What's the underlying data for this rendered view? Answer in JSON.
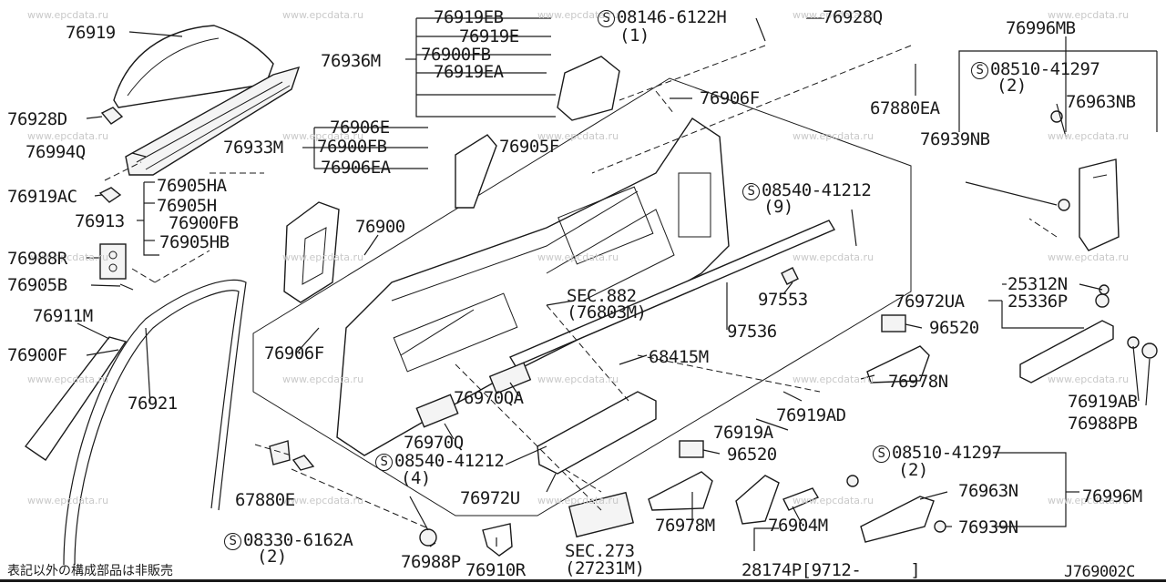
{
  "watermark": "www.epcdata.ru",
  "footer_note": "表記以外の構成部品は非販売",
  "diagram_code": "J769002C",
  "labels": {
    "p76919": "76919",
    "p76928D": "76928D",
    "p76994Q": "76994Q",
    "p76919AC": "76919AC",
    "p76913": "76913",
    "p76988R": "76988R",
    "p76905B": "76905B",
    "p76911M": "76911M",
    "p76900F": "76900F",
    "p76921": "76921",
    "p67880E": "67880E",
    "s08330": "08330-6162A",
    "s08330_qty": "(2)",
    "p76988P": "76988P",
    "p76910R": "76910R",
    "sec273": "SEC.273",
    "sec273_sub": "(27231M)",
    "p76978M": "76978M",
    "p28174P": "28174P[9712-",
    "p28174P_end": "]",
    "p76904M": "76904M",
    "p76972U": "76972U",
    "s08540b": "08540-41212",
    "s08540b_qty": "(4)",
    "p76970Q": "76970Q",
    "p76970QA": "76970QA",
    "p68415M": "68415M",
    "p76919A": "76919A",
    "p96520b": "96520",
    "p76919AD": "76919AD",
    "p76919EB": "76919EB",
    "p76919E": "76919E",
    "p76900FB_a": "76900FB",
    "p76919EA": "76919EA",
    "p76936M": "76936M",
    "s08146": "08146-6122H",
    "s08146_qty": "(1)",
    "p76928Q": "76928Q",
    "p67880EA": "67880EA",
    "p76906F_top": "76906F",
    "p76906E": "76906E",
    "p76900FB_b": "76900FB",
    "p76906EA": "76906EA",
    "p76933M": "76933M",
    "p76905F": "76905F",
    "p76905HA": "76905HA",
    "p76905H": "76905H",
    "p76900FB_c": "76900FB",
    "p76905HB": "76905HB",
    "p76900": "76900",
    "p76906F_left": "76906F",
    "sec882": "SEC.882",
    "sec882_sub": "(76803M)",
    "s08540a": "08540-41212",
    "s08540a_qty": "(9)",
    "p97553": "97553",
    "p97536": "97536",
    "p76996MB": "76996MB",
    "s08510a": "08510-41297",
    "s08510a_qty": "(2)",
    "p76963NB": "76963NB",
    "p76939NB": "76939NB",
    "p25312N": "25312N",
    "p76972UA": "76972UA",
    "p25336P": "25336P",
    "p96520a": "96520",
    "p76978N": "76978N",
    "p76919AB": "76919AB",
    "p76988PB": "76988PB",
    "s08510b": "08510-41297",
    "s08510b_qty": "(2)",
    "p76963N": "76963N",
    "p76996M": "76996M",
    "p76939N": "76939N"
  },
  "screw_symbol": "S"
}
